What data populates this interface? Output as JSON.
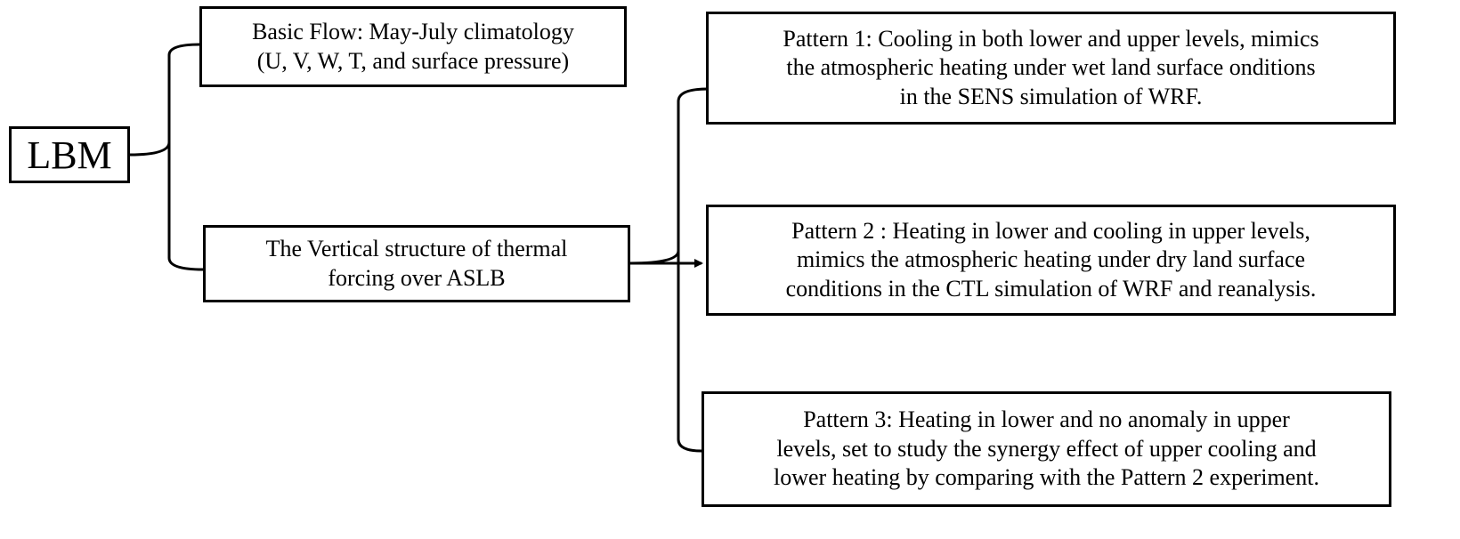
{
  "diagram": {
    "root": {
      "label": "LBM"
    },
    "basic_flow": {
      "lines": [
        "Basic Flow: May-July climatology",
        "(U, V, W, T, and surface pressure)"
      ]
    },
    "vertical_structure": {
      "lines": [
        "The Vertical structure of thermal",
        "forcing over ASLB"
      ]
    },
    "patterns": [
      {
        "lines": [
          "Pattern 1: Cooling in both lower and upper levels, mimics",
          "the atmospheric heating under wet land surface onditions",
          "in the SENS simulation of WRF."
        ]
      },
      {
        "lines": [
          "Pattern 2 : Heating in lower and cooling in upper levels,",
          "mimics the atmospheric heating under dry land surface",
          "conditions in the CTL simulation of WRF and reanalysis."
        ]
      },
      {
        "lines": [
          "Pattern 3: Heating in lower and no anomaly in upper",
          "levels, set to study the synergy effect of upper cooling and",
          "lower heating by comparing with the Pattern 2 experiment."
        ]
      }
    ]
  }
}
